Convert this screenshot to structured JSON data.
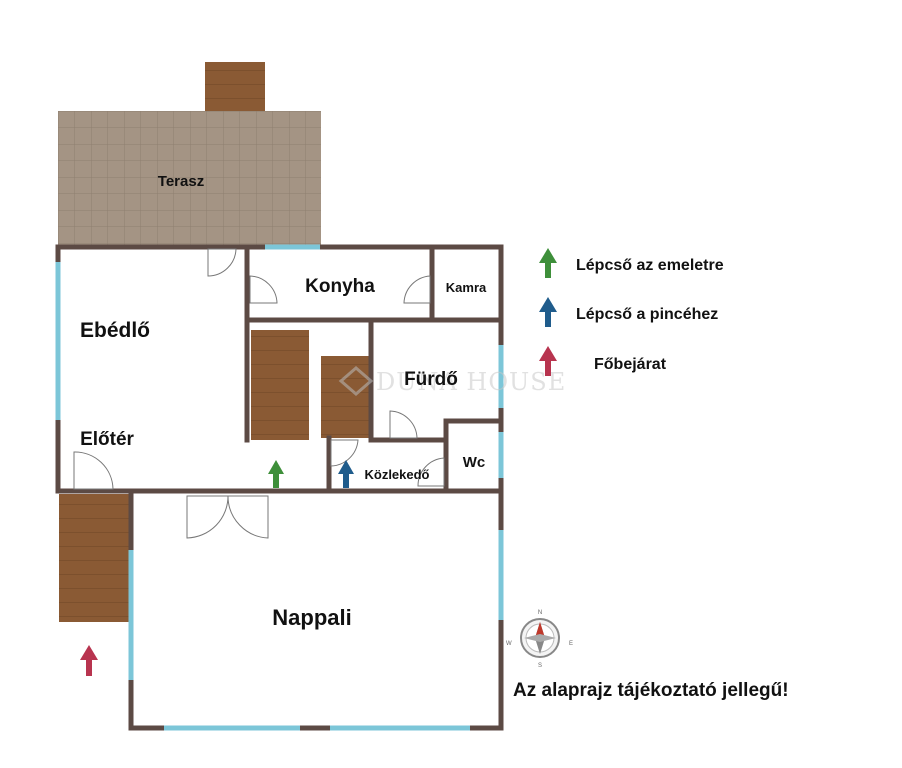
{
  "rooms": {
    "terasz": "Terasz",
    "konyha": "Konyha",
    "kamra": "Kamra",
    "ebedlo": "Ebédlő",
    "furdo": "Fürdő",
    "eloter": "Előtér",
    "wc": "Wc",
    "kozlekedo": "Közlekedő",
    "nappali": "Nappali"
  },
  "legend": [
    {
      "label": "Lépcső az emeletre",
      "color": "#3e8f3a"
    },
    {
      "label": "Lépcső a pincéhez",
      "color": "#1f5c8c"
    },
    {
      "label": "Főbejárat",
      "color": "#b8344f"
    }
  ],
  "watermark": "DUNA HOUSE",
  "compass": {
    "n": "N",
    "e": "E",
    "s": "S",
    "w": "W"
  },
  "disclaimer": "Az alaprajz tájékoztató jellegű!",
  "colors": {
    "wall": "#5c4a44",
    "window": "#7cc6d8",
    "stair": "#8a5a34",
    "tile": "#a49484"
  }
}
